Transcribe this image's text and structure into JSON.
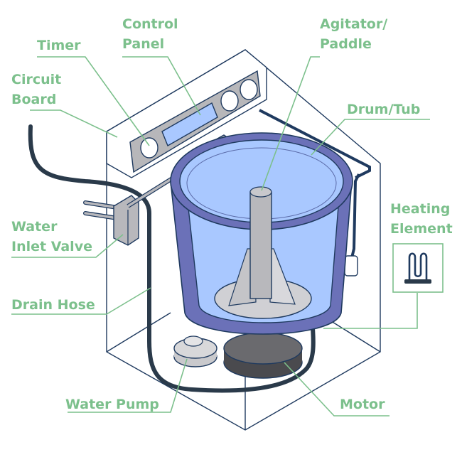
{
  "labels": {
    "timer": "Timer",
    "control_panel": [
      "Control",
      "Panel"
    ],
    "circuit_board": [
      "Circuit",
      "Board"
    ],
    "agitator": [
      "Agitator/",
      "Paddle"
    ],
    "drum": "Drum/Tub",
    "heating_element": [
      "Heating",
      "Element"
    ],
    "water_inlet_valve": [
      "Water",
      "Inlet Valve"
    ],
    "drain_hose": "Drain Hose",
    "water_pump": "Water Pump",
    "motor": "Motor"
  },
  "colors": {
    "label_green": "#7cc08c",
    "outline_navy": "#1f3a5f",
    "drum_blue": "#6b71b8",
    "water_light_blue": "#a9c8ff",
    "hose_dark": "#2a3a4a",
    "metal_gray": "#b8b8bc"
  }
}
